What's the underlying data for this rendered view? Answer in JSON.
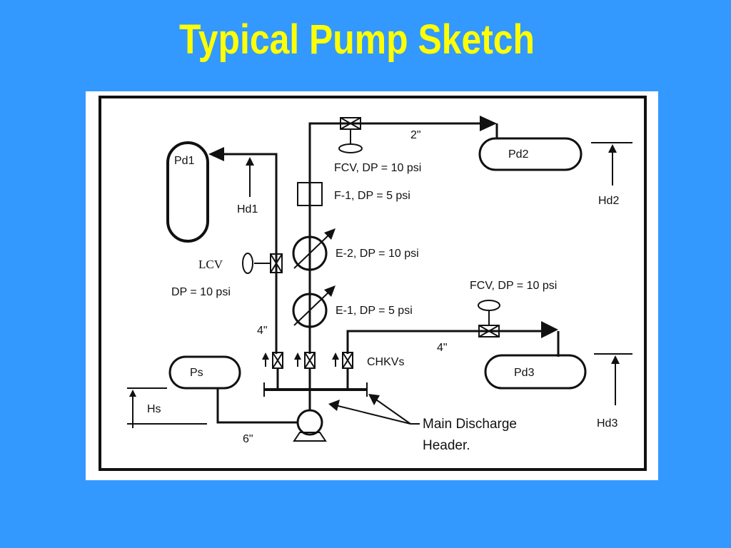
{
  "title": "Typical Pump Sketch",
  "diagram": {
    "vessels": {
      "pd1": "Pd1",
      "pd2": "Pd2",
      "pd3": "Pd3",
      "ps": "Ps"
    },
    "heights": {
      "hd1": "Hd1",
      "hd2": "Hd2",
      "hd3": "Hd3",
      "hs": "Hs"
    },
    "pipe_sizes": {
      "top": "2\"",
      "lcv_line": "4\"",
      "pd3_line": "4\"",
      "suction": "6\""
    },
    "equipment": {
      "fcv_top": "FCV, DP = 10 psi",
      "filter": "F-1, DP = 5 psi",
      "e2": "E-2, DP = 10 psi",
      "e1": "E-1, DP = 5 psi",
      "fcv_right": "FCV, DP = 10 psi",
      "lcv": "LCV",
      "lcv_dp": "DP = 10 psi",
      "check_valves": "CHKVs"
    },
    "header_label_line1": "Main Discharge",
    "header_label_line2": "Header."
  }
}
